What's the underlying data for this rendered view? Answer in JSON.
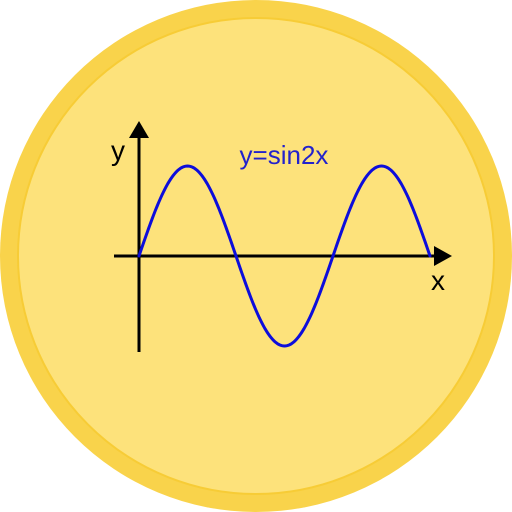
{
  "icon": {
    "name": "sine-graph-badge-icon",
    "colors": {
      "outer_ring": "#F9D34B",
      "inner_fill": "#FDE27B",
      "inner_stroke": "#F7CC36",
      "axis": "#000000",
      "curve": "#0D0DDB",
      "equation_text": "#2222CC",
      "axis_text": "#000000"
    }
  },
  "labels": {
    "y_axis": "y",
    "x_axis": "x",
    "equation": "y=sin2x"
  },
  "chart_data": {
    "type": "line",
    "function": "y=sin2x",
    "x_range_cycles": 1.5,
    "amplitude": 1,
    "x_label": "x",
    "y_label": "y"
  }
}
